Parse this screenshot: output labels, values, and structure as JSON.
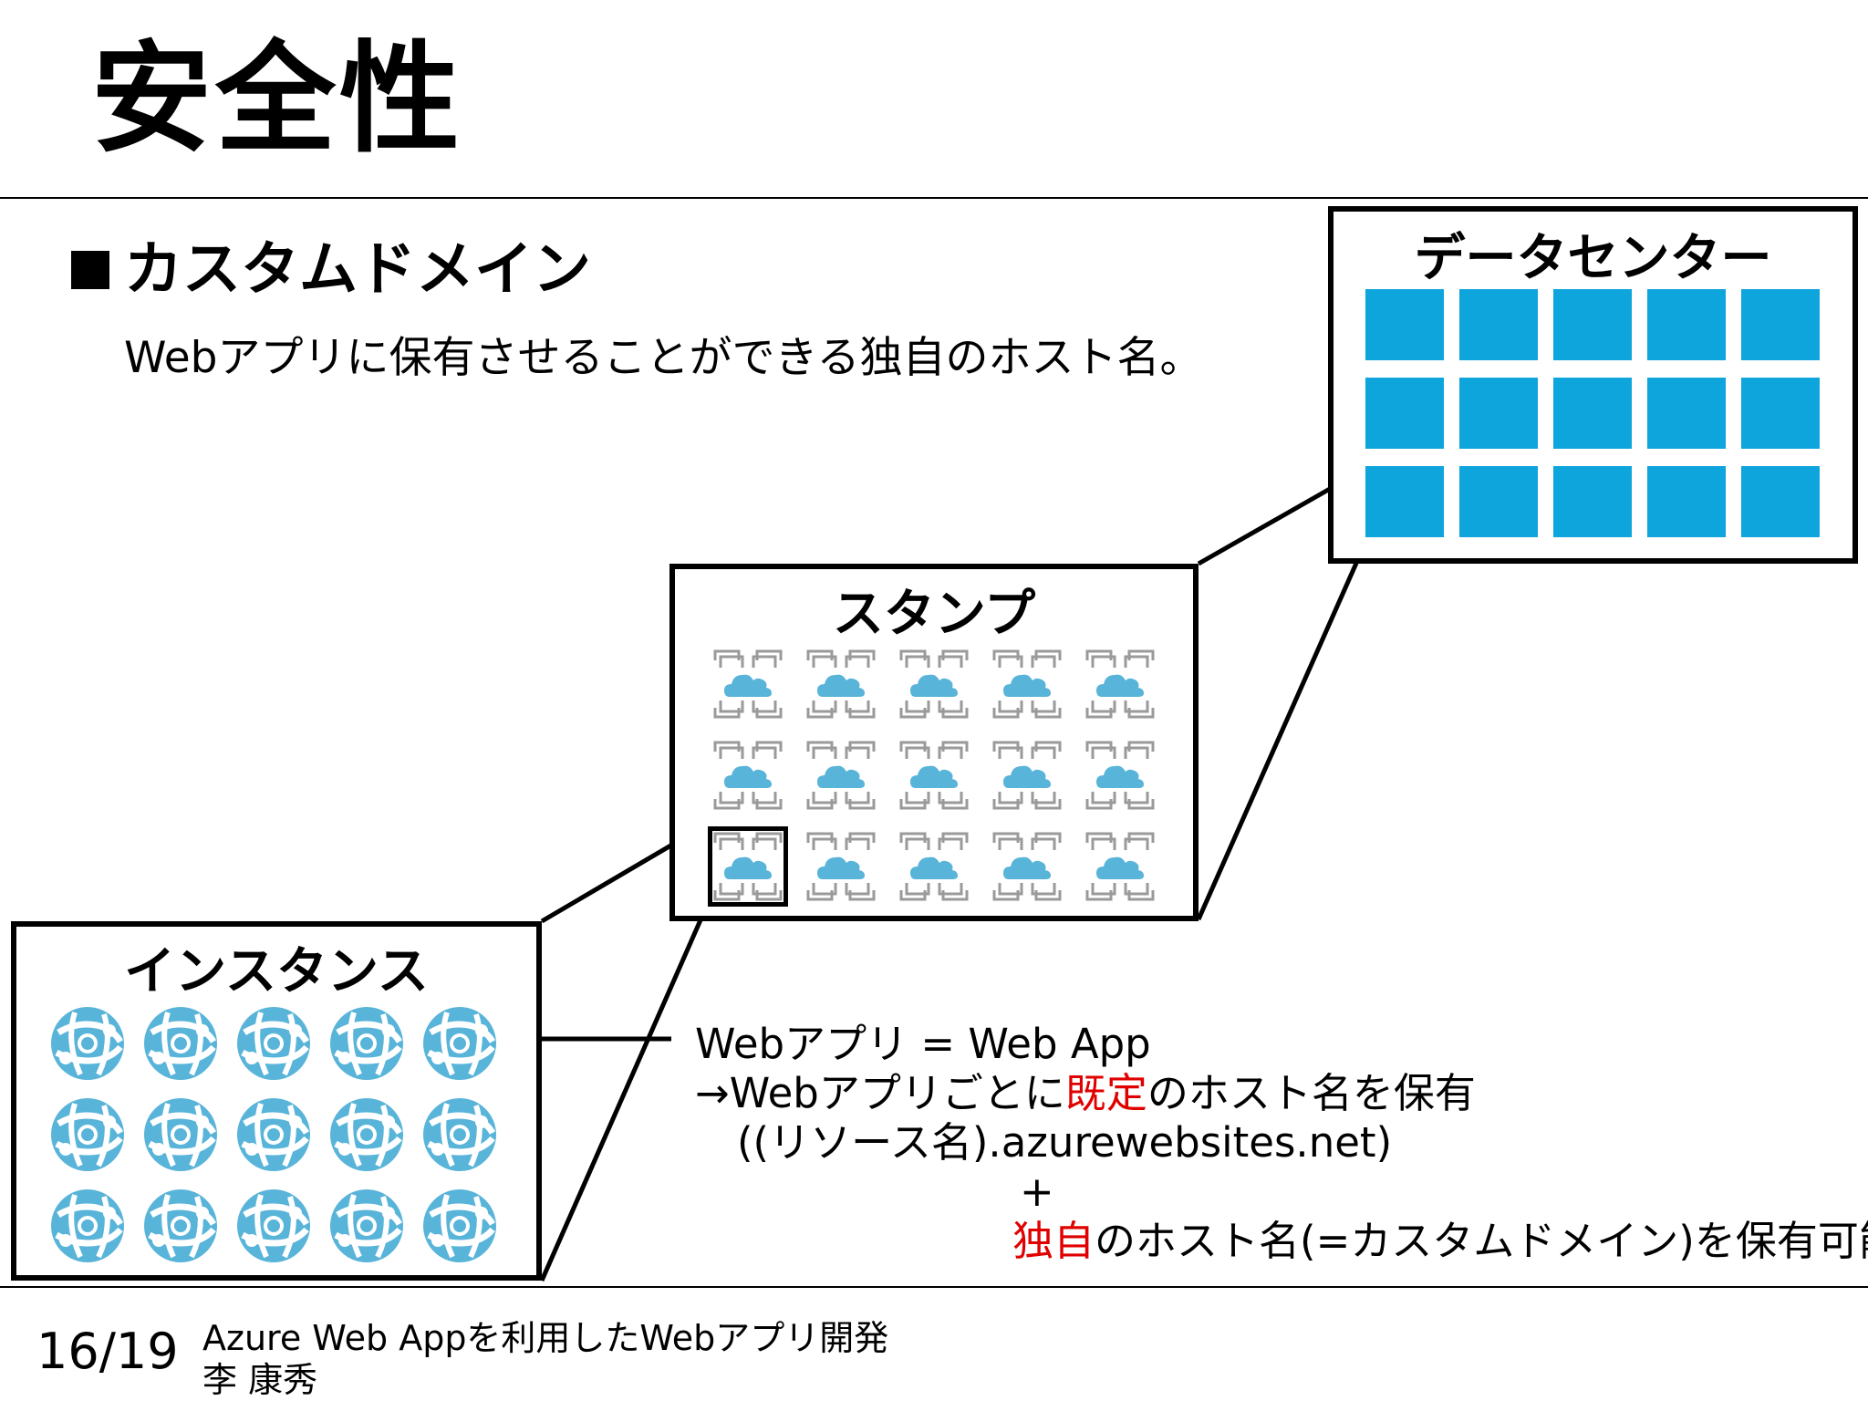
{
  "title": "安全性",
  "section": {
    "heading": "カスタムドメイン",
    "description": "Webアプリに保有させることができる独自のホスト名。"
  },
  "datacenter": {
    "label": "データセンター",
    "color": "#0ea4dc"
  },
  "stamp": {
    "label": "スタンプ",
    "icon": "cloud-service-icon"
  },
  "instance": {
    "label": "インスタンス",
    "icon": "web-app-icon"
  },
  "note": {
    "line1": "Webアプリ = Web App",
    "line2_prefix": "→Webアプリごとに",
    "line2_red": "既定",
    "line2_suffix": "のホスト名を保有",
    "line3": "((リソース名).azurewebsites.net)",
    "plus": "+",
    "line4_red": "独自",
    "line4_suffix": "のホスト名(=カスタムドメイン)を保有可能",
    "highlight_color": "#e00000"
  },
  "footer": {
    "page": "16/19",
    "title": "Azure Web Appを利用したWebアプリ開発",
    "author": "李 康秀"
  }
}
